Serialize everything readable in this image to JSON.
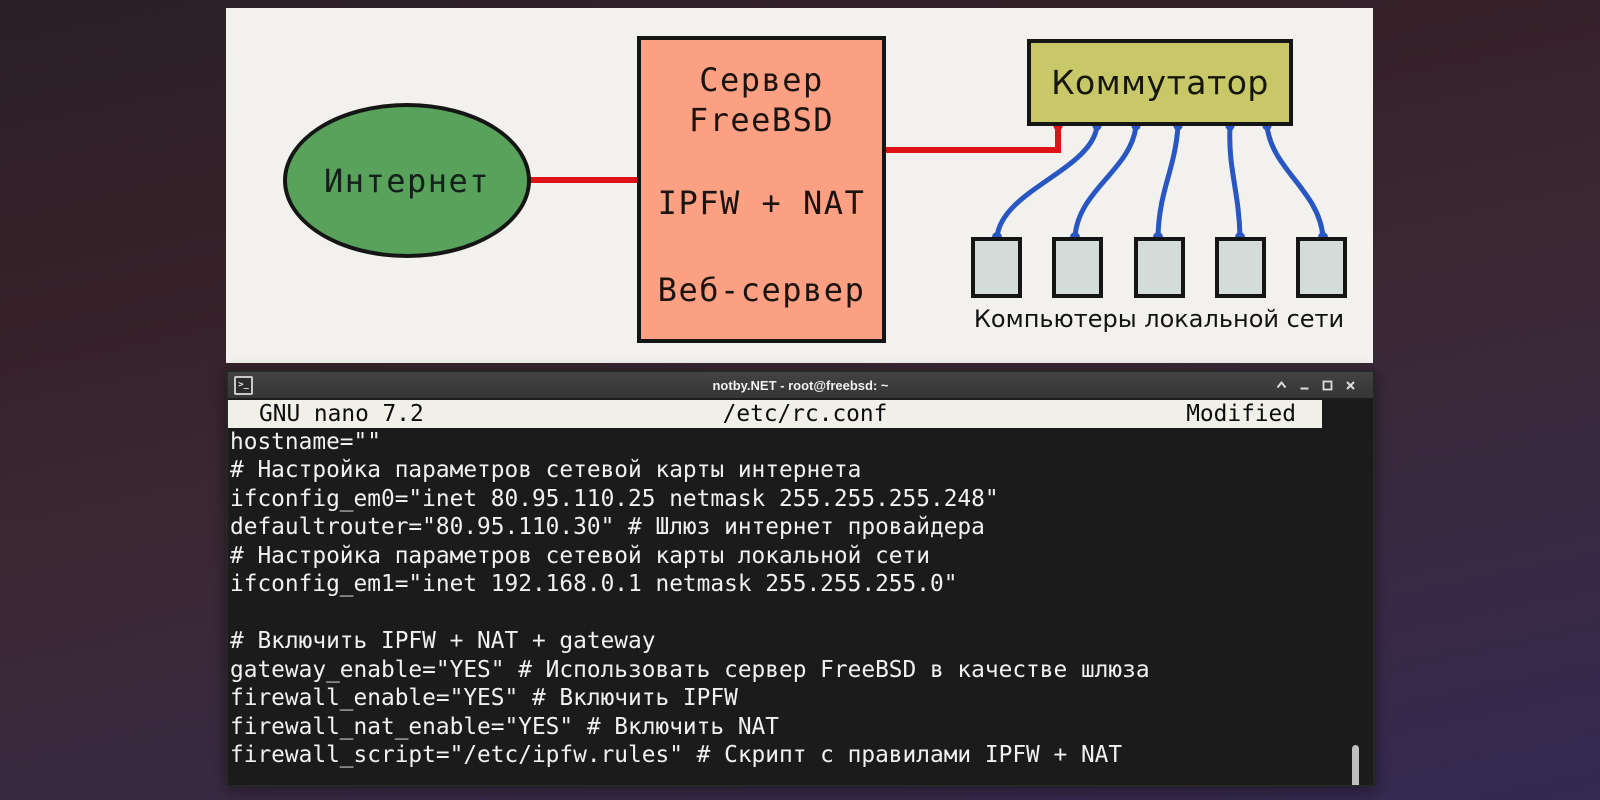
{
  "wallpaper": {
    "top_color": "#2b2026",
    "bottom_color": "#342a52"
  },
  "diagram": {
    "background": "#f2f1ee",
    "internet": {
      "label": "Интернет",
      "fill": "#58a25c"
    },
    "server": {
      "line1": "Сервер",
      "line2": "FreeBSD",
      "line3": "IPFW + NAT",
      "line4": "Веб-сервер",
      "fill": "#fba083"
    },
    "switch": {
      "label": "Коммутатор",
      "fill": "#c9c869"
    },
    "computers": {
      "label": "Компьютеры локальной сети",
      "fill": "#d3dcd8",
      "count": 5
    },
    "link_colors": {
      "wan": "#de1216",
      "lan": "#2857c4"
    }
  },
  "terminal": {
    "title": "notby.NET - root@freebsd: ~",
    "window_controls": [
      "shade",
      "minimize",
      "maximize",
      "close"
    ],
    "nano_header": {
      "app": "GNU nano 7.2",
      "file": "/etc/rc.conf",
      "status": "Modified"
    },
    "lines": [
      "hostname=\"\"",
      "# Настройка параметров сетевой карты интернета",
      "ifconfig_em0=\"inet 80.95.110.25 netmask 255.255.255.248\"",
      "defaultrouter=\"80.95.110.30\" # Шлюз интернет провайдера",
      "# Настройка параметров сетевой карты локальной сети",
      "ifconfig_em1=\"inet 192.168.0.1 netmask 255.255.255.0\"",
      "",
      "# Включить IPFW + NAT + gateway",
      "gateway_enable=\"YES\" # Использовать сервер FreeBSD в качестве шлюза",
      "firewall_enable=\"YES\" # Включить IPFW",
      "firewall_nat_enable=\"YES\" # Включить NAT",
      "firewall_script=\"/etc/ipfw.rules\" # Скрипт с правилами IPFW + NAT"
    ]
  }
}
